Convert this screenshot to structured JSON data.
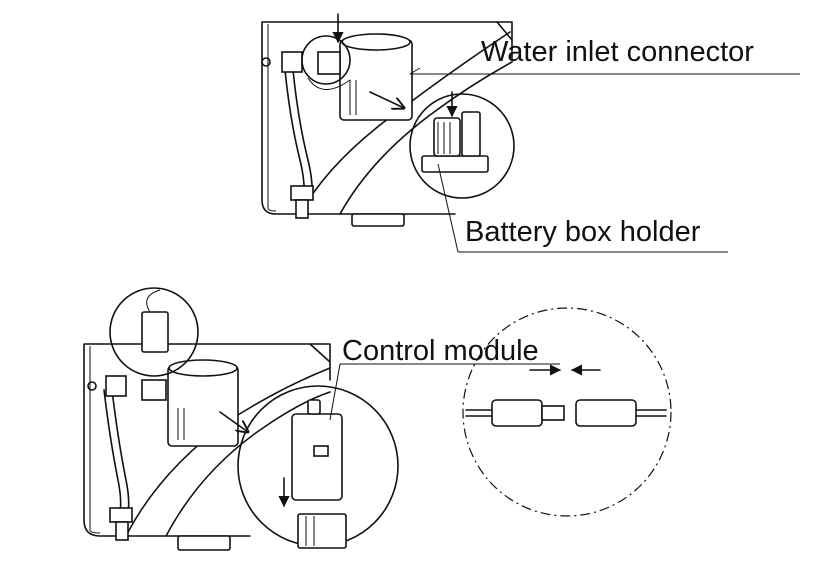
{
  "labels": {
    "water_inlet": "Water inlet connector",
    "battery_holder": "Battery box holder",
    "control_module": "Control module"
  },
  "colors": {
    "ink": "#111111",
    "background": "#ffffff"
  }
}
